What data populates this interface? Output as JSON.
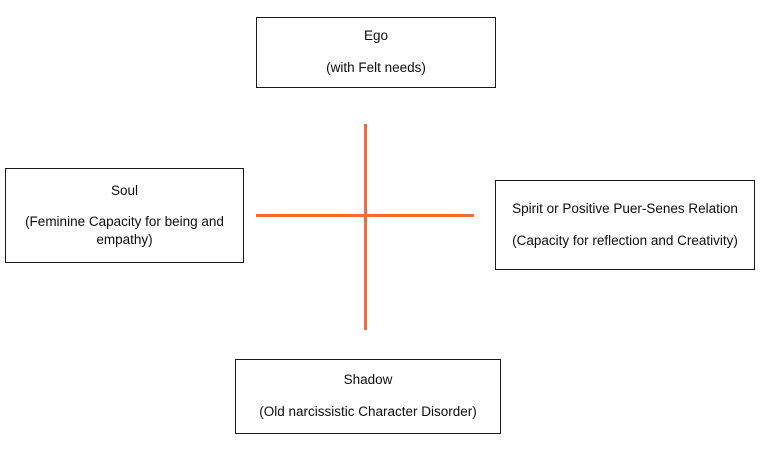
{
  "diagram": {
    "type": "quadrant-cross",
    "background_color": "#ffffff",
    "axis_color": "#e8703a",
    "box_border_color": "#1a1a1a",
    "text_color": "#0d0d0d",
    "nodes": {
      "top": {
        "position": "top",
        "title": "Ego",
        "subtitle": "(with Felt needs)"
      },
      "left": {
        "position": "left",
        "title": "Soul",
        "subtitle": "(Feminine Capacity for being and empathy)"
      },
      "right": {
        "position": "right",
        "title": "Spirit or Positive Puer-Senes Relation",
        "subtitle": "(Capacity for reflection and Creativity)"
      },
      "bottom": {
        "position": "bottom",
        "title": "Shadow",
        "subtitle": "(Old narcissistic Character Disorder)"
      }
    }
  }
}
